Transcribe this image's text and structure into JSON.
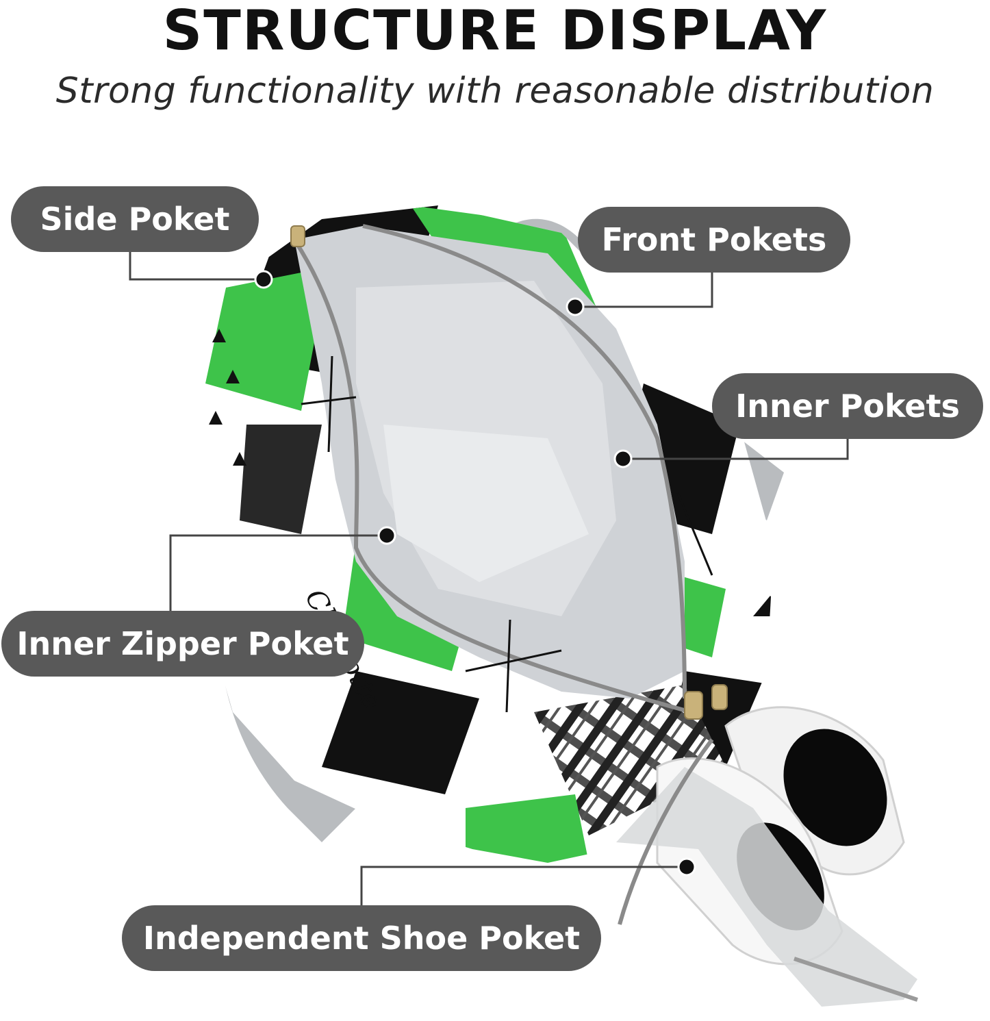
{
  "heading": {
    "title": "STRUCTURE DISPLAY",
    "subtitle": "Strong functionality with reasonable distribution"
  },
  "callouts": {
    "side_pocket": "Side Poket",
    "front_pockets": "Front Pokets",
    "inner_pockets": "Inner Pokets",
    "inner_zipper_pocket": "Inner Zipper Poket",
    "shoe_pocket": "Independent Shoe Poket"
  },
  "colors": {
    "callout_bg": "#595959",
    "callout_text": "#ffffff",
    "bag_green": "#3ec34a",
    "bag_black": "#111111",
    "lining_gray": "#cfd2d6",
    "strap_gray": "#b9bcbf"
  },
  "bag_print_text": "Charlotte"
}
